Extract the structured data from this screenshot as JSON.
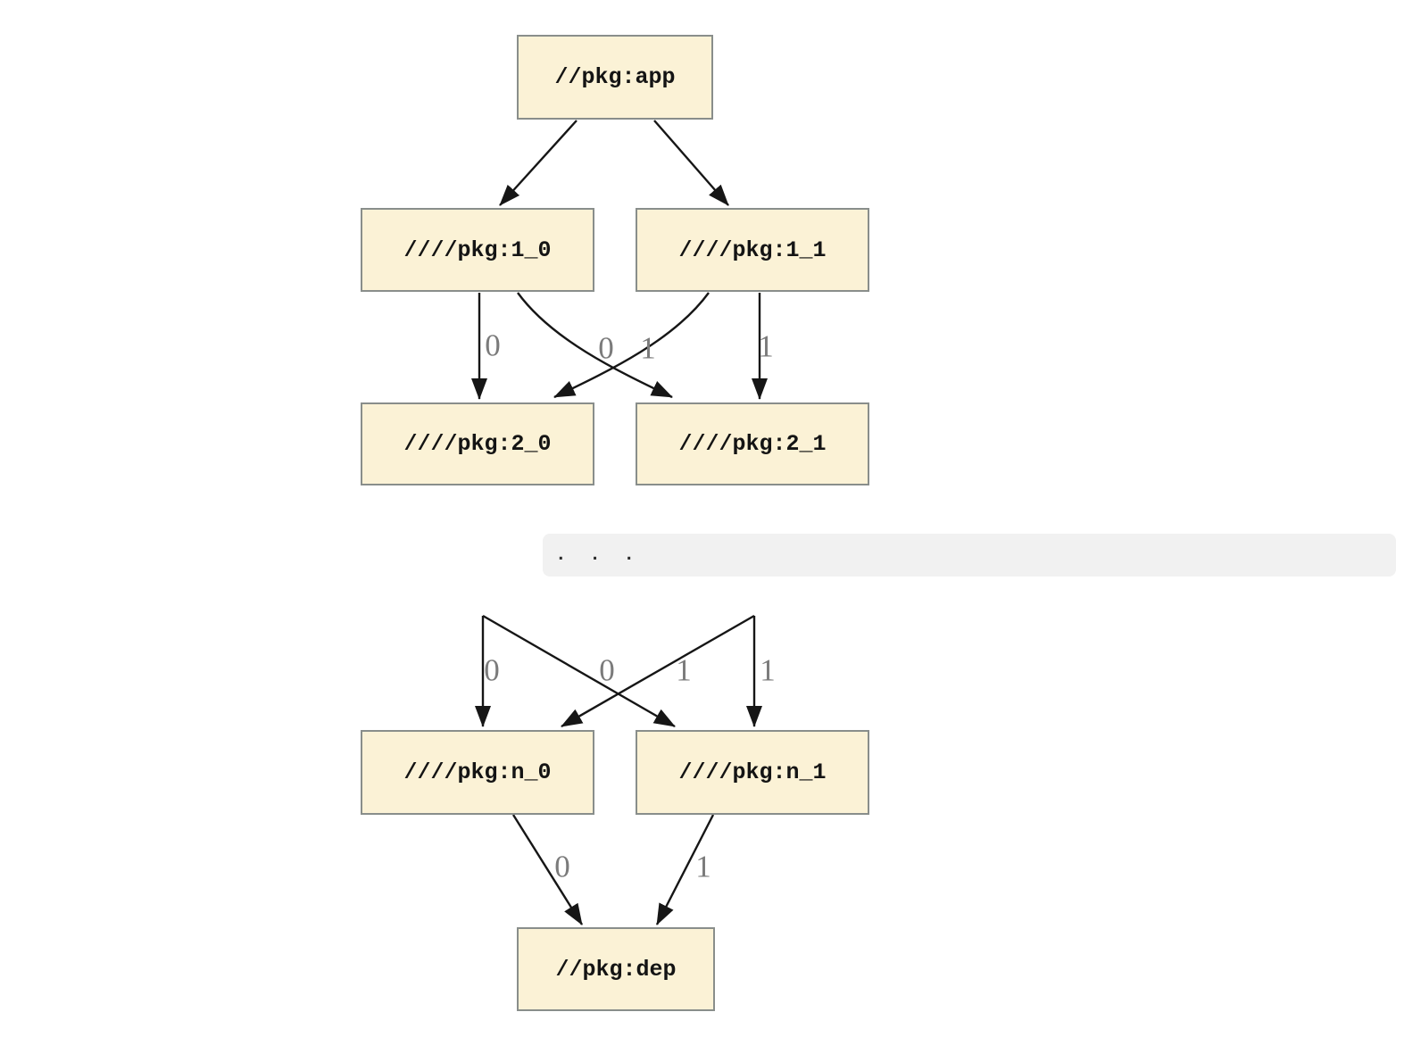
{
  "nodes": {
    "app": "//pkg:app",
    "v1_0": "////pkg:1_0",
    "v1_1": "////pkg:1_1",
    "v2_0": "////pkg:2_0",
    "v2_1": "////pkg:2_1",
    "vn_0": "////pkg:n_0",
    "vn_1": "////pkg:n_1",
    "dep": "//pkg:dep"
  },
  "edge_labels": {
    "upper": [
      "0",
      "0",
      "1",
      "1"
    ],
    "lower": [
      "0",
      "0",
      "1",
      "1"
    ],
    "dep": [
      "0",
      "1"
    ]
  },
  "ellipsis": ". . .",
  "connections": [
    {
      "from": "//pkg:app",
      "to": "////pkg:1_0",
      "label": ""
    },
    {
      "from": "//pkg:app",
      "to": "////pkg:1_1",
      "label": ""
    },
    {
      "from": "////pkg:1_0",
      "to": "////pkg:2_0",
      "label": "0"
    },
    {
      "from": "////pkg:1_0",
      "to": "////pkg:2_1",
      "label": "1"
    },
    {
      "from": "////pkg:1_1",
      "to": "////pkg:2_0",
      "label": "0"
    },
    {
      "from": "////pkg:1_1",
      "to": "////pkg:2_1",
      "label": "1"
    },
    {
      "from": "...",
      "to": "////pkg:n_0",
      "label": "0"
    },
    {
      "from": "...",
      "to": "////pkg:n_1",
      "label": "1"
    },
    {
      "from": "////pkg:n_0",
      "to": "//pkg:dep",
      "label": "0"
    },
    {
      "from": "////pkg:n_1",
      "to": "//pkg:dep",
      "label": "1"
    }
  ],
  "colors": {
    "node_fill": "#FBF2D6",
    "node_border": "#898E8B",
    "edge": "#161616",
    "edge_label": "#7B7B7B",
    "band_background": "#F1F1F1",
    "background": "#FFFFFF"
  }
}
